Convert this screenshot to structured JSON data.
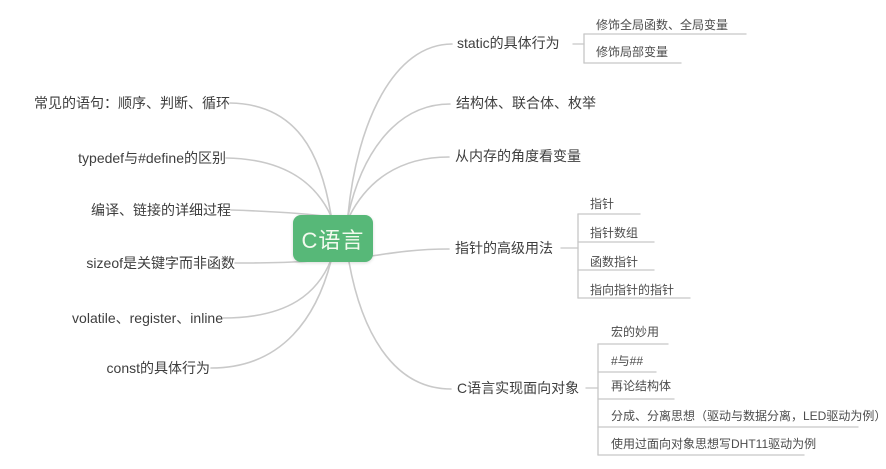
{
  "colors": {
    "central_bg": "#57b878",
    "branch_line": "#c9c9c9",
    "sub_line": "#c6c6c6",
    "topic_text": "#3e3e3e",
    "subtopic_text": "#4c4c4c"
  },
  "central": {
    "label": "C语言",
    "color": "#57b878"
  },
  "left_topics": [
    {
      "label": "常见的语句：顺序、判断、循环"
    },
    {
      "label": "typedef与#define的区别"
    },
    {
      "label": "编译、链接的详细过程"
    },
    {
      "label": "sizeof是关键字而非函数"
    },
    {
      "label": "volatile、register、inline"
    },
    {
      "label": "const的具体行为"
    }
  ],
  "right_topics": [
    {
      "label": "static的具体行为",
      "children": [
        {
          "label": "修饰全局函数、全局变量"
        },
        {
          "label": "修饰局部变量"
        }
      ]
    },
    {
      "label": "结构体、联合体、枚举",
      "children": []
    },
    {
      "label": "从内存的角度看变量",
      "children": []
    },
    {
      "label": "指针的高级用法",
      "children": [
        {
          "label": "指针"
        },
        {
          "label": "指针数组"
        },
        {
          "label": "函数指针"
        },
        {
          "label": "指向指针的指针"
        }
      ]
    },
    {
      "label": "C语言实现面向对象",
      "children": [
        {
          "label": "宏的妙用"
        },
        {
          "label": "#与##"
        },
        {
          "label": "再论结构体"
        },
        {
          "label": "分成、分离思想（驱动与数据分离，LED驱动为例）"
        },
        {
          "label": "使用过面向对象思想写DHT11驱动为例"
        }
      ]
    }
  ]
}
